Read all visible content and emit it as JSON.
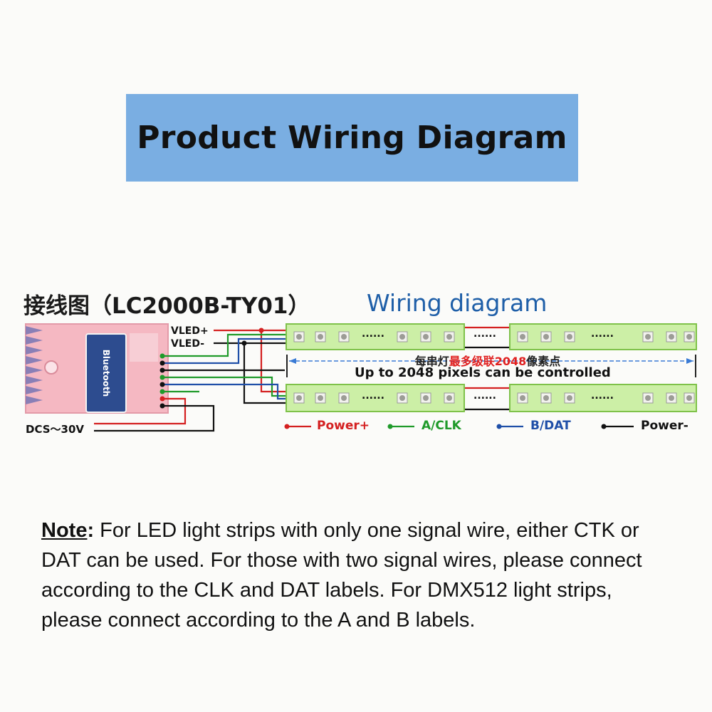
{
  "banner": {
    "title": "Product Wiring Diagram"
  },
  "diagram": {
    "title_cn": "接线图（LC2000B-TY01）",
    "title_en": "Wiring diagram",
    "vled_plus": "VLED+",
    "vled_minus": "VLED-",
    "power_input": "DCS～30V",
    "controller_text": "Bluetooth",
    "pixels_cn_prefix": "每串灯",
    "pixels_cn_highlight": "最多级联2048",
    "pixels_cn_suffix": "像素点",
    "pixels_en": "Up to 2048 pixels can be controlled",
    "dashes": "......",
    "colors": {
      "power_plus": "#d42020",
      "clk": "#1f9a2a",
      "dat": "#1f4fa8",
      "power_minus": "#111111",
      "strip": "#ccefa6",
      "banner": "#7aaee2",
      "controller": "#f5b8c2"
    }
  },
  "legend": [
    {
      "label": "Power+",
      "color": "#d42020"
    },
    {
      "label": "A/CLK",
      "color": "#1f9a2a"
    },
    {
      "label": "B/DAT",
      "color": "#1f4fa8"
    },
    {
      "label": "Power-",
      "color": "#111111"
    }
  ],
  "note": {
    "heading": "Note",
    "text": " For LED light strips with only one signal wire, either CTK or DAT can be used. For those with two signal wires, please connect according to the CLK and DAT labels. For DMX512 light strips, please connect according to the A and B labels."
  }
}
